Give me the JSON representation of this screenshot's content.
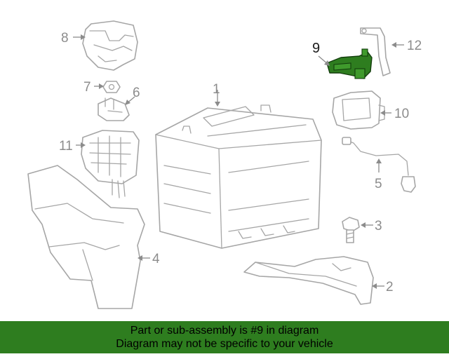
{
  "callouts": {
    "c1": "1",
    "c2": "2",
    "c3": "3",
    "c4": "4",
    "c5": "5",
    "c6": "6",
    "c7": "7",
    "c8": "8",
    "c9": "9",
    "c10": "10",
    "c11": "11",
    "c12": "12"
  },
  "highlighted_part": "9",
  "colors": {
    "highlight": "#2e7d1f",
    "banner": "#2e7d1f",
    "line": "#a6a6a6"
  },
  "banner": {
    "line1": "Part or sub-assembly is #9 in diagram",
    "line2": "Diagram may not be specific to your vehicle"
  }
}
